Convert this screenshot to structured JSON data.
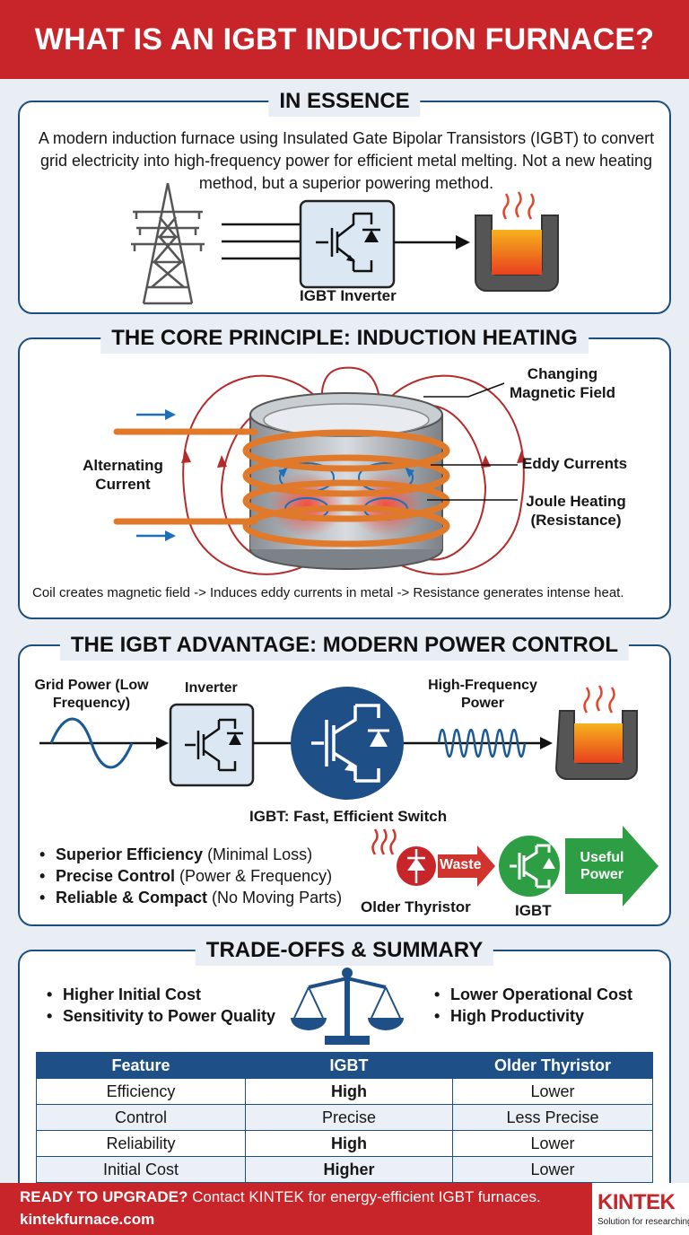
{
  "header": {
    "title": "WHAT IS AN IGBT INDUCTION FURNACE?"
  },
  "essence": {
    "title": "IN ESSENCE",
    "text": "A modern induction furnace using Insulated Gate Bipolar Transistors (IGBT) to convert grid electricity into high-frequency power for efficient metal melting. Not a new heating method, but a superior powering method.",
    "inverter_label": "IGBT Inverter"
  },
  "principle": {
    "title": "THE CORE PRINCIPLE: INDUCTION HEATING",
    "label_field": "Changing Magnetic Field",
    "label_ac": "Alternating Current",
    "label_eddy": "Eddy Currents",
    "label_joule": "Joule Heating (Resistance)",
    "caption": "Coil creates magnetic field -> Induces eddy currents in metal -> Resistance generates intense heat."
  },
  "advantage": {
    "title": "THE IGBT ADVANTAGE: MODERN POWER CONTROL",
    "grid_label": "Grid Power (Low Frequency)",
    "inverter_label": "Inverter",
    "hf_label": "High-Frequency Power",
    "igbt_caption": "IGBT: Fast, Efficient Switch",
    "bullets": [
      {
        "bold": "Superior Efficiency",
        "rest": " (Minimal Loss)"
      },
      {
        "bold": "Precise Control",
        "rest": " (Power & Frequency)"
      },
      {
        "bold": "Reliable & Compact",
        "rest": " (No Moving Parts)"
      }
    ],
    "waste_label": "Waste",
    "useful_label": "Useful Power",
    "thyristor_label": "Older Thyristor",
    "igbt_label": "IGBT"
  },
  "tradeoffs": {
    "title": "TRADE-OFFS & SUMMARY",
    "cons": [
      "Higher Initial Cost",
      "Sensitivity to Power Quality"
    ],
    "pros": [
      "Lower Operational Cost",
      "High Productivity"
    ],
    "table": {
      "headers": [
        "Feature",
        "IGBT",
        "Older Thyristor"
      ],
      "rows": [
        [
          "Efficiency",
          "High",
          "Lower"
        ],
        [
          "Control",
          "Precise",
          "Less Precise"
        ],
        [
          "Reliability",
          "High",
          "Lower"
        ],
        [
          "Initial Cost",
          "Higher",
          "Lower"
        ]
      ]
    }
  },
  "footer": {
    "cta_bold": "READY TO UPGRADE?",
    "cta_rest": " Contact KINTEK for energy-efficient IGBT furnaces.",
    "url": "kintekfurnace.com",
    "logo_text": "KINTEK",
    "logo_tagline": "Solution for researching"
  },
  "colors": {
    "brand_red": "#c8252b",
    "navy": "#1d4e7e",
    "copper": "#e07a2a",
    "field_red": "#b52a2a",
    "igbt_green": "#2e9e44"
  }
}
